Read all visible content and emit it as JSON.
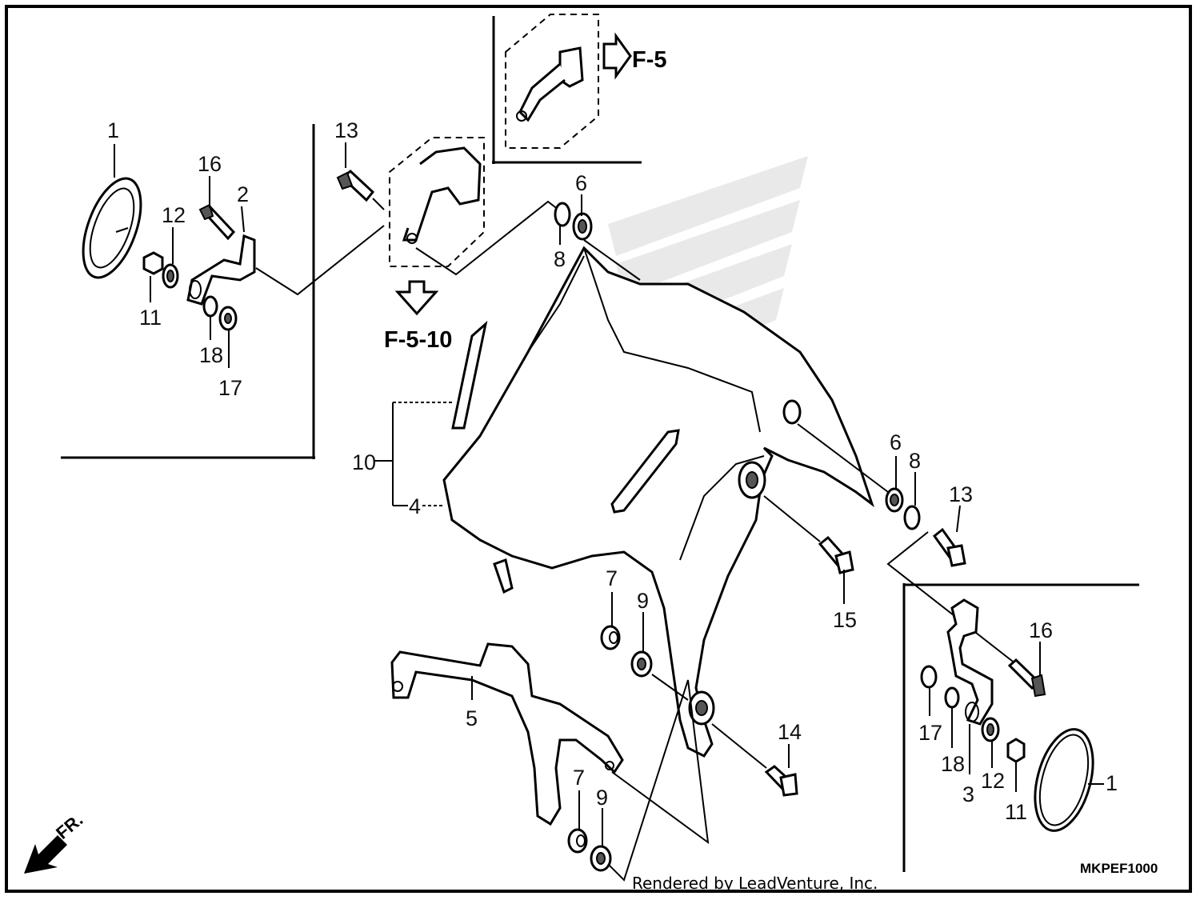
{
  "diagram": {
    "callouts": {
      "c1_left": "1",
      "c16_left": "16",
      "c2": "2",
      "c12_left": "12",
      "c11_left": "11",
      "c18_left": "18",
      "c17_left": "17",
      "c13_top": "13",
      "c6_top": "6",
      "c8_top": "8",
      "c10": "10",
      "c4": "4",
      "c6_right": "6",
      "c8_right": "8",
      "c13_right": "13",
      "c15": "15",
      "c7_mid": "7",
      "c9_mid": "9",
      "c5": "5",
      "c14": "14",
      "c7_bottom": "7",
      "c9_bottom": "9",
      "c16_right": "16",
      "c17_right": "17",
      "c18_right": "18",
      "c3": "3",
      "c12_right": "12",
      "c11_right": "11",
      "c1_right": "1"
    },
    "section_refs": {
      "top_ref": "F-5",
      "bottom_ref": "F-5-10"
    },
    "direction_label": "FR.",
    "footer": {
      "credit": "Rendered by LeadVenture, Inc.",
      "diagram_code": "MKPEF1000"
    }
  }
}
